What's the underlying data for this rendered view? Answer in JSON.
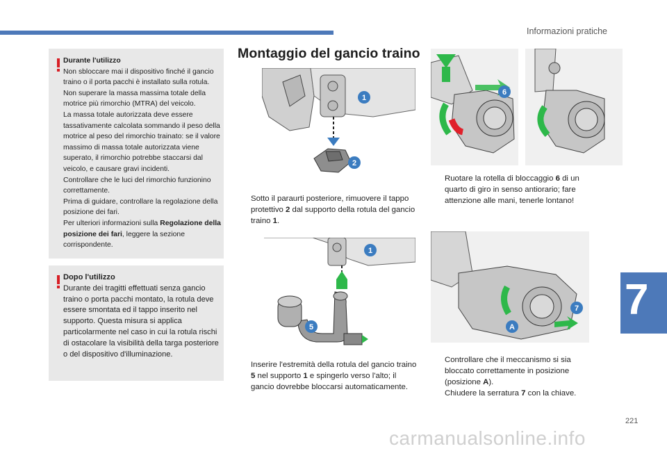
{
  "header": {
    "section": "Informazioni pratiche"
  },
  "note_during": {
    "title": "Durante l'utilizzo",
    "lines": [
      "Non sbloccare mai il dispositivo finché il gancio traino o il porta pacchi è installato sulla rotula.",
      "Non superare la massa massima totale della motrice più rimorchio (MTRA) del veicolo.",
      "La massa totale autorizzata deve essere tassativamente calcolata sommando il peso della motrice al peso del rimorchio trainato: se il valore massimo di massa totale autorizzata viene superato, il rimorchio potrebbe staccarsi dal veicolo, e causare gravi incidenti.",
      "Controllare che le luci del rimorchio funzionino correttamente.",
      "Prima di guidare, controllare la regolazione della posizione dei fari."
    ],
    "ref_pre": "Per ulteriori informazioni sulla ",
    "ref_bold": "Regolazione della posizione dei fari",
    "ref_post": ", leggere la sezione corrispondente."
  },
  "note_after": {
    "title": "Dopo l'utilizzo",
    "text": "Durante dei tragitti effettuati senza gancio traino o porta pacchi montato, la rotula deve essere smontata ed il tappo inserito nel supporto. Questa misura si applica particolarmente nel caso in cui la rotula rischi di ostacolare la visibilità della targa posteriore o del dispositivo d'illuminazione."
  },
  "title": "Montaggio del gancio traino",
  "bullet_glyph": "",
  "steps": {
    "s1": {
      "a": "Sotto il paraurti posteriore, rimuovere il tappo protettivo ",
      "n1": "2",
      "b": " dal supporto della rotula del gancio traino ",
      "n2": "1",
      "c": "."
    },
    "s2": {
      "a": "Inserire l'estremità della rotula del gancio traino ",
      "n1": "5",
      "b": " nel supporto ",
      "n2": "1",
      "c": " e spingerlo verso l'alto; il gancio dovrebbe bloccarsi automaticamente."
    },
    "s3": {
      "a": "Ruotare la rotella di bloccaggio ",
      "n1": "6",
      "b": " di un quarto di giro in senso antiorario; fare attenzione alle mani, tenerle lontano!"
    },
    "s4": {
      "a": "Controllare che il meccanismo si sia bloccato correttamente in posizione (posizione ",
      "n1": "A",
      "b": ")."
    },
    "s5": {
      "a": "Chiudere la serratura ",
      "n1": "7",
      "b": " con la chiave."
    }
  },
  "callouts": {
    "c1": "1",
    "c2": "2",
    "c5": "5",
    "c6": "6",
    "c7": "7",
    "cA": "A"
  },
  "chapter_number": "7",
  "page_number": "221",
  "watermark": "carmanualsonline.info",
  "colors": {
    "accent_blue": "#4d79b9",
    "warning_red": "#d81e25",
    "callout_blue": "#3b7cc0",
    "arrow_green": "#2eb84a",
    "lock_red": "#e0202a"
  }
}
